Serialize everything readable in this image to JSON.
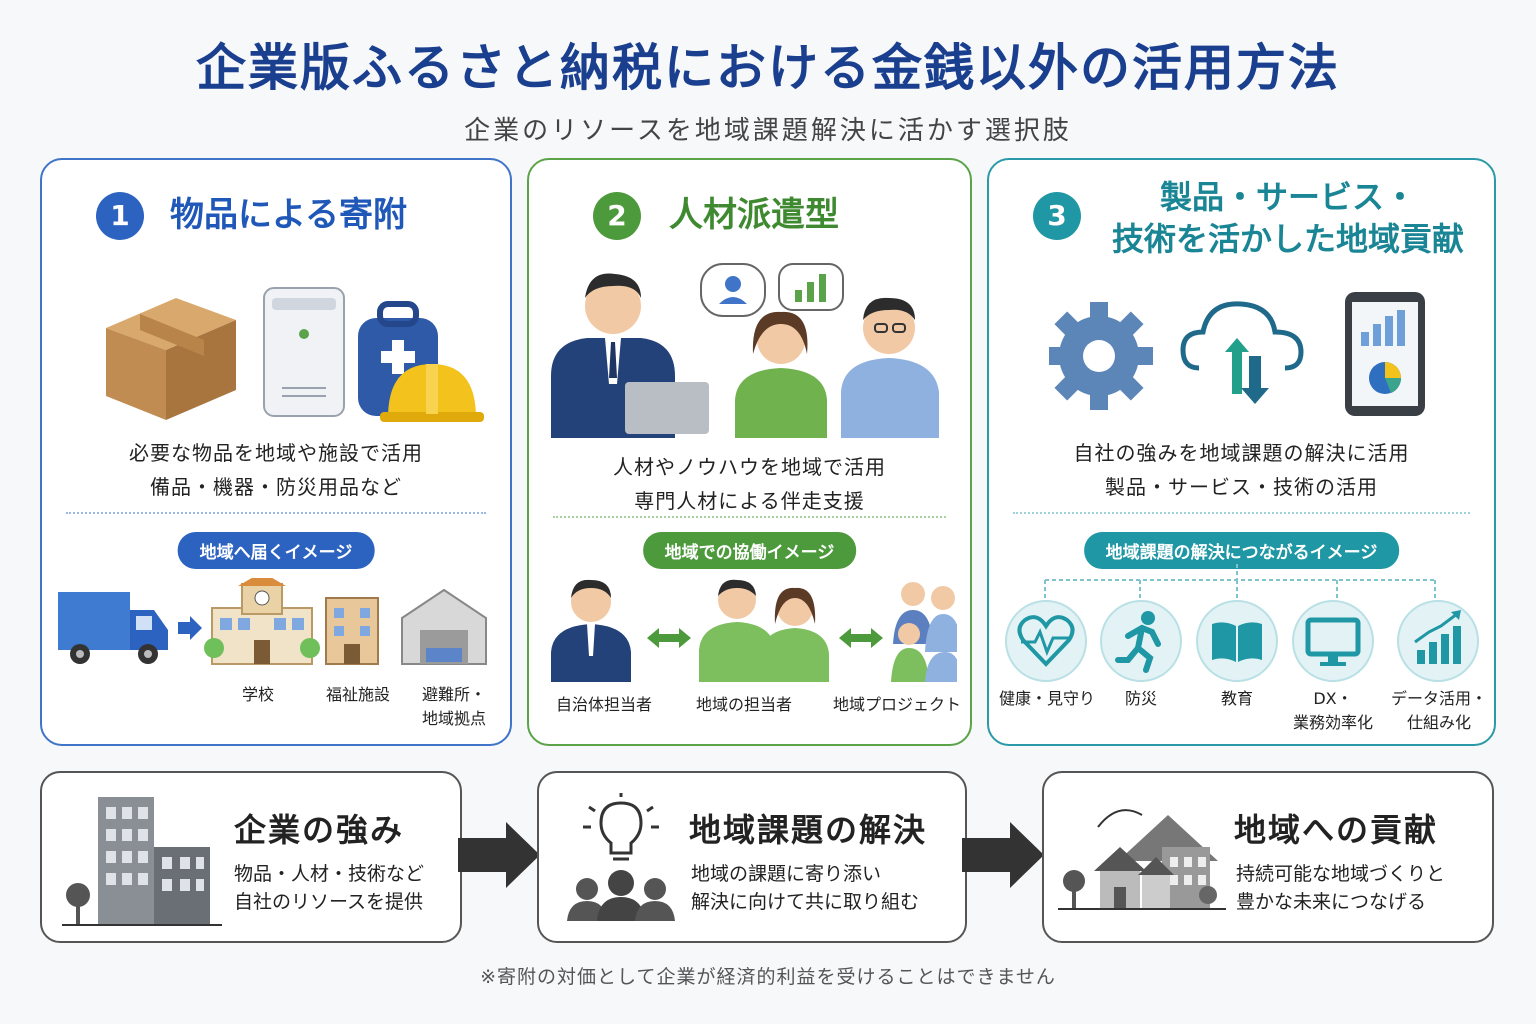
{
  "title": "企業版ふるさと納税における金銭以外の活用方法",
  "subtitle": "企業のリソースを地域課題解決に活かす選択肢",
  "cards": [
    {
      "num": "1",
      "title": "物品による寄附",
      "desc1": "必要な物品を地域や施設で活用",
      "desc2": "備品・機器・防災用品など",
      "pill": "地域へ届くイメージ",
      "labels": [
        "学校",
        "福祉施設",
        "避難所・",
        "地域拠点"
      ]
    },
    {
      "num": "2",
      "title": "人材派遣型",
      "desc1": "人材やノウハウを地域で活用",
      "desc2": "専門人材による伴走支援",
      "pill": "地域での協働イメージ",
      "labels": [
        "自治体担当者",
        "地域の担当者",
        "地域プロジェクト"
      ]
    },
    {
      "num": "3",
      "title_line1": "製品・サービス・",
      "title_line2": "技術を活かした地域貢献",
      "desc1": "自社の強みを地域課題の解決に活用",
      "desc2": "製品・サービス・技術の活用",
      "pill": "地域課題の解決につながるイメージ",
      "labels": [
        "健康・見守り",
        "防災",
        "教育",
        "DX・",
        "業務効率化",
        "データ活用・",
        "仕組み化"
      ]
    }
  ],
  "bottom": [
    {
      "title": "企業の強み",
      "line1": "物品・人材・技術など",
      "line2": "自社のリソースを提供"
    },
    {
      "title": "地域課題の解決",
      "line1": "地域の課題に寄り添い",
      "line2": "解決に向けて共に取り組む"
    },
    {
      "title": "地域への貢献",
      "line1": "持続可能な地域づくりと",
      "line2": "豊かな未来につなげる"
    }
  ],
  "note": "※寄附の対価として企業が経済的利益を受けることはできません",
  "colors": {
    "blue": "#2d63c0",
    "green": "#4d9a3c",
    "teal": "#1f97a4",
    "navy": "#1a3f8f"
  }
}
